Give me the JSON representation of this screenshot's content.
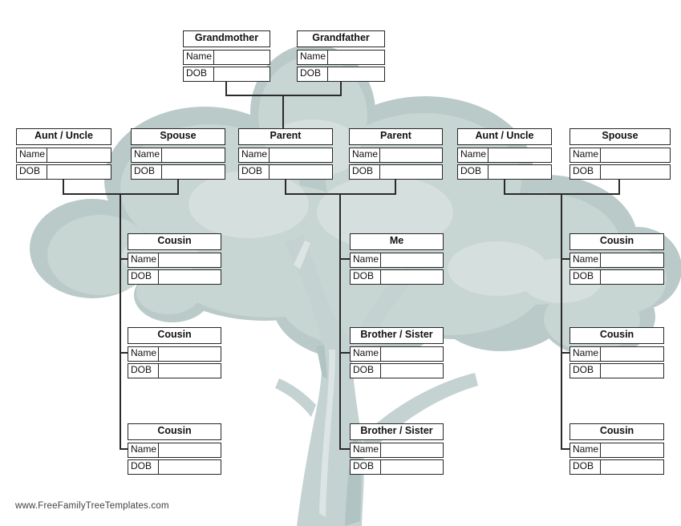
{
  "page": {
    "watermark": "www.FreeFamilyTreeTemplates.com"
  },
  "labels": {
    "name": "Name",
    "dob": "DOB"
  },
  "tree": {
    "type": "family-tree-template",
    "persons": [
      {
        "id": "grandmother",
        "title": "Grandmother",
        "name_value": "",
        "dob_value": ""
      },
      {
        "id": "grandfather",
        "title": "Grandfather",
        "name_value": "",
        "dob_value": ""
      },
      {
        "id": "aunt-uncle-left",
        "title": "Aunt / Uncle",
        "name_value": "",
        "dob_value": ""
      },
      {
        "id": "spouse-left",
        "title": "Spouse",
        "name_value": "",
        "dob_value": ""
      },
      {
        "id": "parent-left",
        "title": "Parent",
        "name_value": "",
        "dob_value": ""
      },
      {
        "id": "parent-right",
        "title": "Parent",
        "name_value": "",
        "dob_value": ""
      },
      {
        "id": "aunt-uncle-right",
        "title": "Aunt / Uncle",
        "name_value": "",
        "dob_value": ""
      },
      {
        "id": "spouse-right",
        "title": "Spouse",
        "name_value": "",
        "dob_value": ""
      },
      {
        "id": "cousin-left-1",
        "title": "Cousin",
        "name_value": "",
        "dob_value": ""
      },
      {
        "id": "cousin-left-2",
        "title": "Cousin",
        "name_value": "",
        "dob_value": ""
      },
      {
        "id": "cousin-left-3",
        "title": "Cousin",
        "name_value": "",
        "dob_value": ""
      },
      {
        "id": "me",
        "title": "Me",
        "name_value": "",
        "dob_value": ""
      },
      {
        "id": "brother-sister-1",
        "title": "Brother / Sister",
        "name_value": "",
        "dob_value": ""
      },
      {
        "id": "brother-sister-2",
        "title": "Brother / Sister",
        "name_value": "",
        "dob_value": ""
      },
      {
        "id": "cousin-right-1",
        "title": "Cousin",
        "name_value": "",
        "dob_value": ""
      },
      {
        "id": "cousin-right-2",
        "title": "Cousin",
        "name_value": "",
        "dob_value": ""
      },
      {
        "id": "cousin-right-3",
        "title": "Cousin",
        "name_value": "",
        "dob_value": ""
      }
    ]
  },
  "colors": {
    "background": "#ffffff",
    "line": "#2b2b2b",
    "box_border": "#262626",
    "box_bg": "#ffffff",
    "text": "#111111",
    "watermark_text": "#3f3f3f",
    "foliage_dark": "#b9cac9",
    "foliage_base": "#c7d5d3",
    "foliage_light": "#d5dfdd",
    "trunk": "#c4d2d1",
    "trunk_shadow": "#b1c3c3",
    "trunk_highlight": "#dce5e4"
  }
}
